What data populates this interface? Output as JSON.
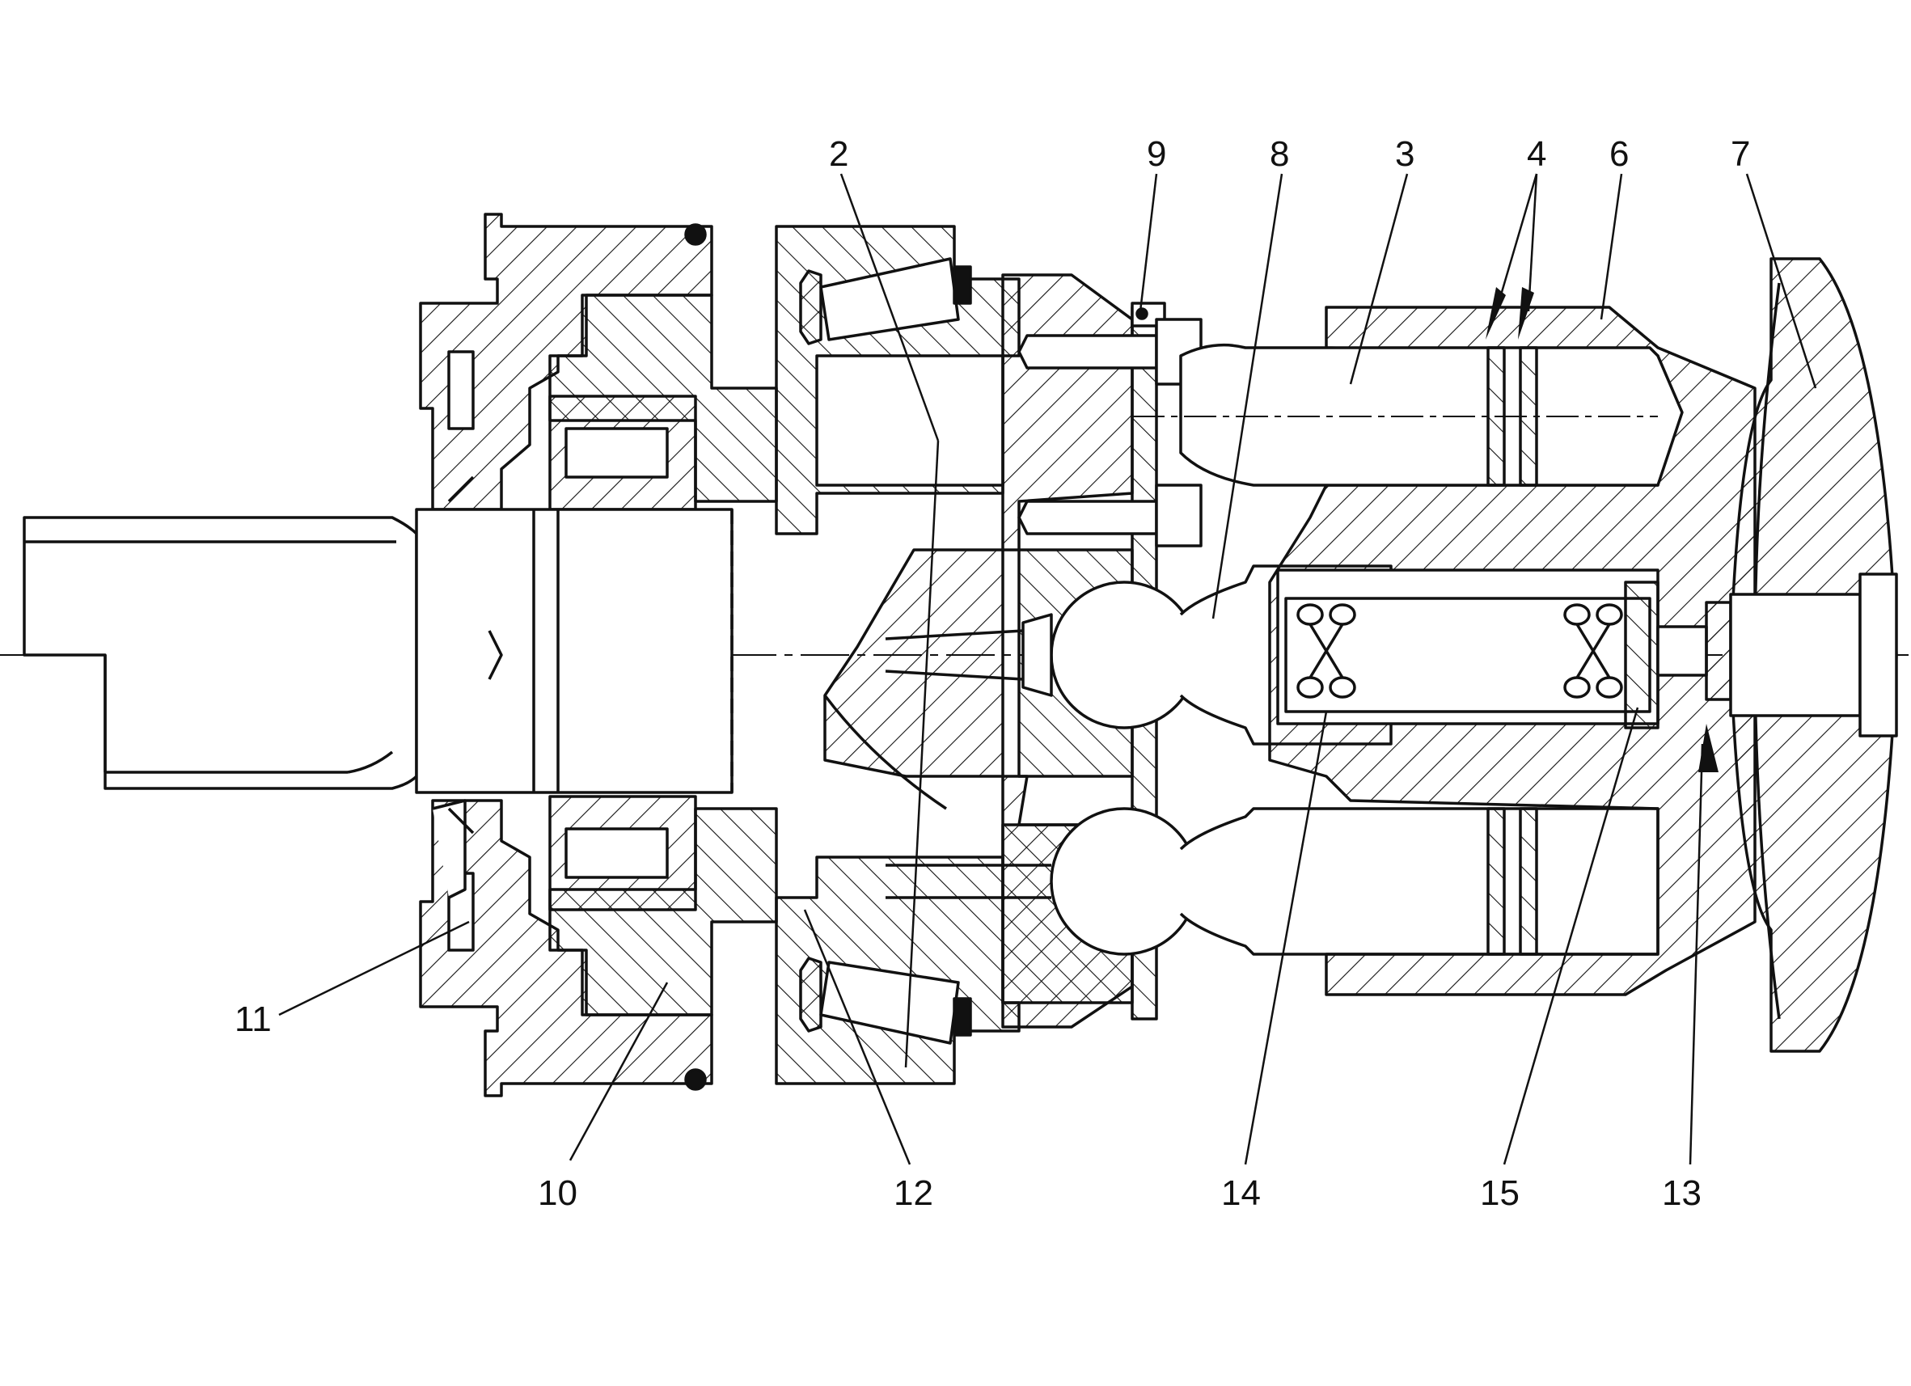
{
  "diagram": {
    "colors": {
      "ink": "#111111",
      "background": "#ffffff"
    },
    "callouts": [
      {
        "id": "c2",
        "text": "2"
      },
      {
        "id": "c9",
        "text": "9"
      },
      {
        "id": "c8",
        "text": "8"
      },
      {
        "id": "c3",
        "text": "3"
      },
      {
        "id": "c4",
        "text": "4"
      },
      {
        "id": "c6",
        "text": "6"
      },
      {
        "id": "c7",
        "text": "7"
      },
      {
        "id": "c11",
        "text": "11"
      },
      {
        "id": "c10",
        "text": "10"
      },
      {
        "id": "c12",
        "text": "12"
      },
      {
        "id": "c14",
        "text": "14"
      },
      {
        "id": "c15",
        "text": "15"
      },
      {
        "id": "c13",
        "text": "13"
      }
    ]
  }
}
